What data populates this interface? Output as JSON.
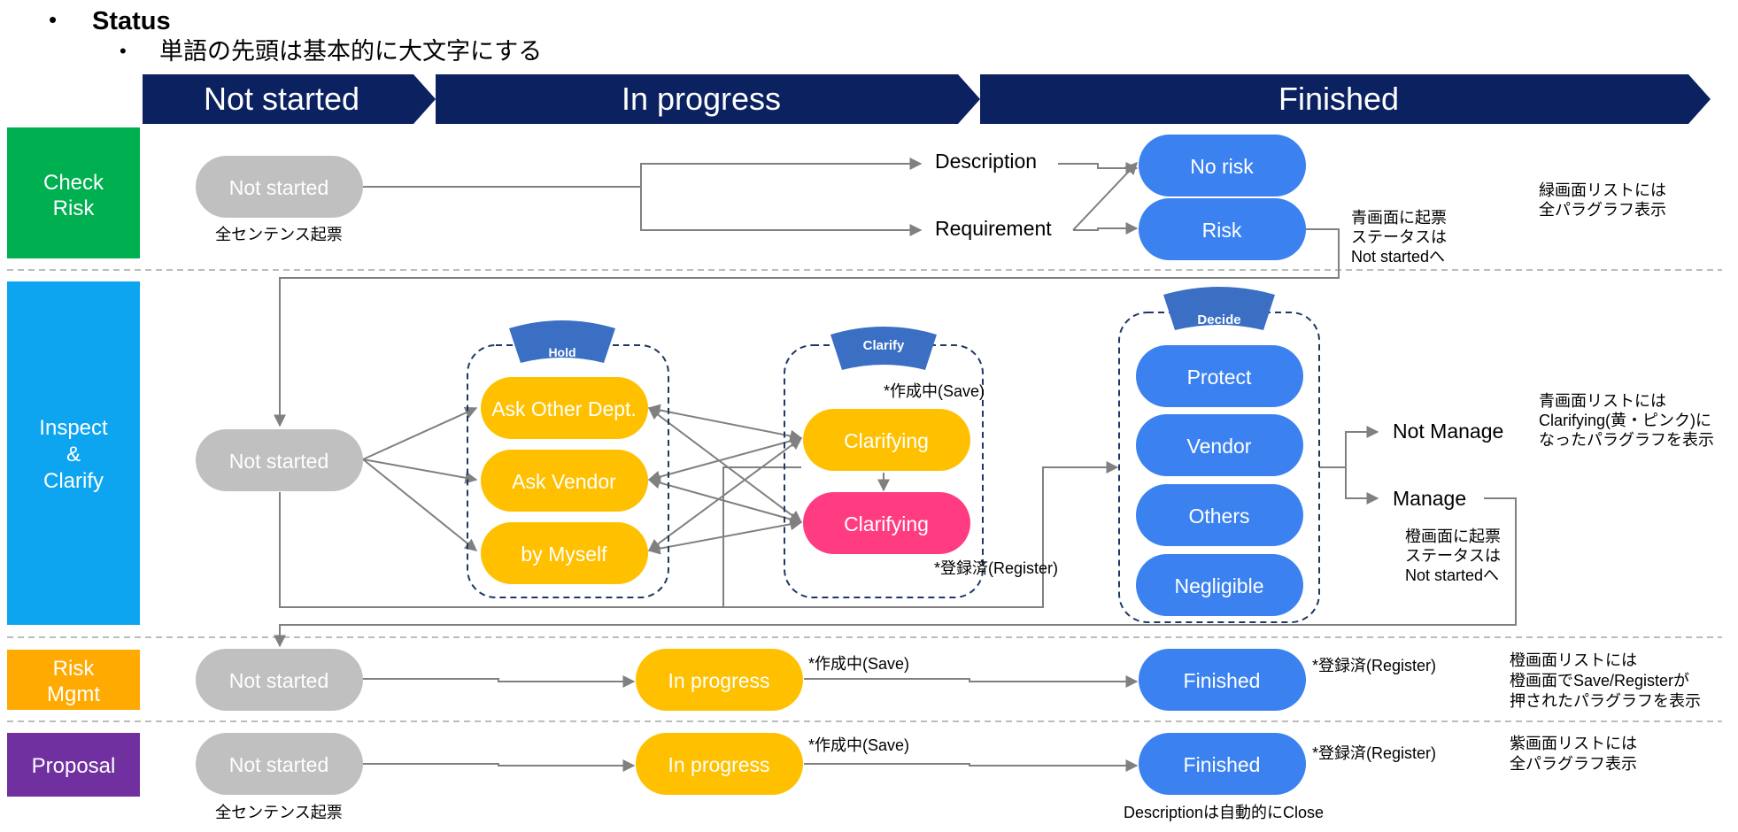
{
  "heading": {
    "title": "Status",
    "subtitle": "単語の先頭は基本的に大文字にする"
  },
  "phases": [
    {
      "label": "Not started"
    },
    {
      "label": "In progress"
    },
    {
      "label": "Finished"
    }
  ],
  "lanes": [
    {
      "label_lines": [
        "Check",
        "Risk"
      ],
      "color": "#00b050"
    },
    {
      "label_lines": [
        "Inspect",
        "&",
        "Clarify"
      ],
      "color": "#0ea5f0"
    },
    {
      "label_lines": [
        "Risk",
        "Mgmt"
      ],
      "color": "#ffaa00"
    },
    {
      "label_lines": [
        "Proposal"
      ],
      "color": "#7030a0"
    }
  ],
  "check_risk": {
    "start": "Not started",
    "start_note": "全センテンス起票",
    "description": "Description",
    "requirement": "Requirement",
    "no_risk": "No risk",
    "risk": "Risk",
    "risk_note_lines": [
      "青画面に起票",
      "ステータスは",
      "Not startedへ"
    ],
    "right_note_lines": [
      "緑画面リストには",
      "全パラグラフ表示"
    ]
  },
  "inspect": {
    "start": "Not started",
    "hold_badge": "Hold",
    "hold_items": [
      "Ask Other Dept.",
      "Ask Vendor",
      "by Myself"
    ],
    "clarify_badge": "Clarify",
    "clarify_save_note": "*作成中(Save)",
    "clarifying_yellow": "Clarifying",
    "clarifying_pink": "Clarifying",
    "clarify_register_note": "*登録済(Register)",
    "decide_badge": "Decide",
    "decide_items": [
      "Protect",
      "Vendor",
      "Others",
      "Negligible"
    ],
    "not_manage": "Not Manage",
    "manage": "Manage",
    "manage_note_lines": [
      "橙画面に起票",
      "ステータスは",
      "Not startedへ"
    ],
    "right_note_lines": [
      "青画面リストには",
      "Clarifying(黄・ピンク)に",
      "なったパラグラフを表示"
    ]
  },
  "risk_mgmt": {
    "start": "Not started",
    "in_progress": "In progress",
    "save_note": "*作成中(Save)",
    "finished": "Finished",
    "register_note": "*登録済(Register)",
    "right_note_lines": [
      "橙画面リストには",
      "橙画面でSave/Registerが",
      "押されたパラグラフを表示"
    ]
  },
  "proposal": {
    "start": "Not started",
    "start_note": "全センテンス起票",
    "in_progress": "In progress",
    "save_note": "*作成中(Save)",
    "finished": "Finished",
    "register_note": "*登録済(Register)",
    "finished_note": "Descriptionは自動的にClose",
    "right_note_lines": [
      "紫画面リストには",
      "全パラグラフ表示"
    ]
  },
  "colors": {
    "navy": "#0b2160",
    "gray_pill": "#c0c0c0",
    "blue_pill": "#3b82f0",
    "yellow_pill": "#ffc000",
    "pink_pill": "#ff3c82",
    "badge": "#3a6fc4",
    "connector": "#808080"
  }
}
